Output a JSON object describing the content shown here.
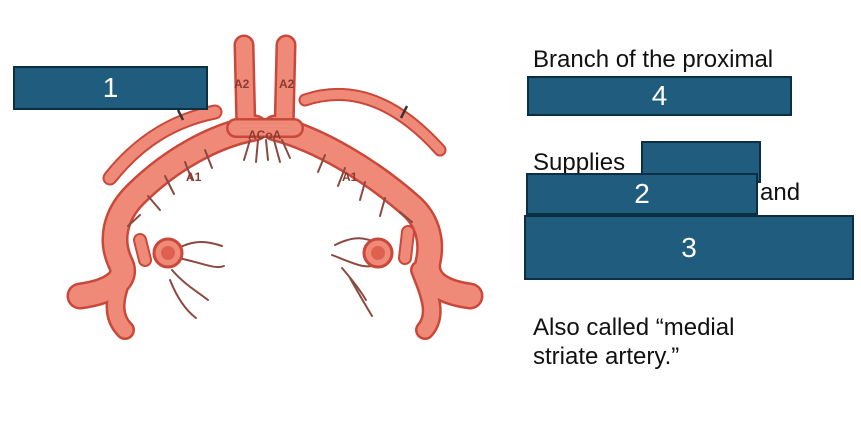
{
  "diagram": {
    "vessel_labels": {
      "a2_left": "A2",
      "a2_right": "A2",
      "acoa": "ACoA",
      "a1_left": "A1",
      "a1_right": "A1"
    },
    "colors": {
      "vessel": "#f08a78",
      "vessel_edge": "#c9483a",
      "label_box": "#1f5c7d"
    }
  },
  "labels": {
    "box1": "1",
    "box2": "2",
    "box3": "3",
    "box4": "4",
    "box_blank": ""
  },
  "text": {
    "branch_line": "Branch of the proximal",
    "supplies": "Supplies",
    "and": "and",
    "also_line1": "Also called “medial",
    "also_line2": "striate artery.”"
  }
}
